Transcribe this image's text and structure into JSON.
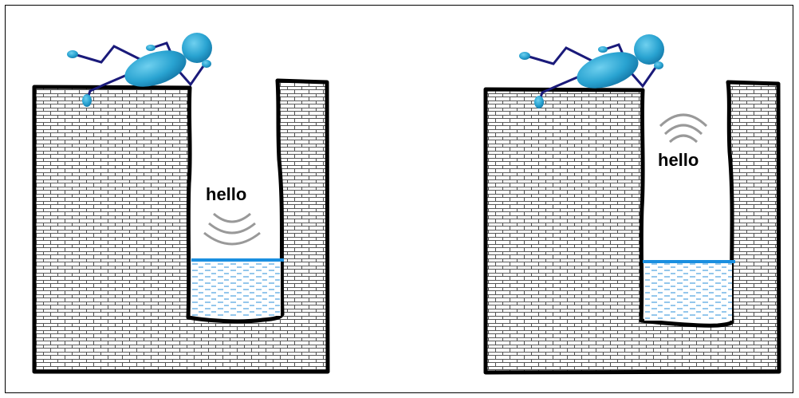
{
  "panels": [
    {
      "id": "left",
      "word": "hello",
      "sound_wave_direction": "down",
      "figure": "person-lying-on-well-edge-icon"
    },
    {
      "id": "right",
      "word": "hello",
      "sound_wave_direction": "up",
      "figure": "person-lying-on-well-edge-icon"
    }
  ],
  "colors": {
    "outline": "#000000",
    "brick_fill": "#ffffff",
    "brick_line": "#555555",
    "water_surface": "#1a8fe0",
    "water_dash": "#2a8fd8",
    "figure_body": "#29a3d1",
    "figure_limbs": "#1a1a7a",
    "sound_wave": "#999999",
    "frame": "#000000"
  }
}
